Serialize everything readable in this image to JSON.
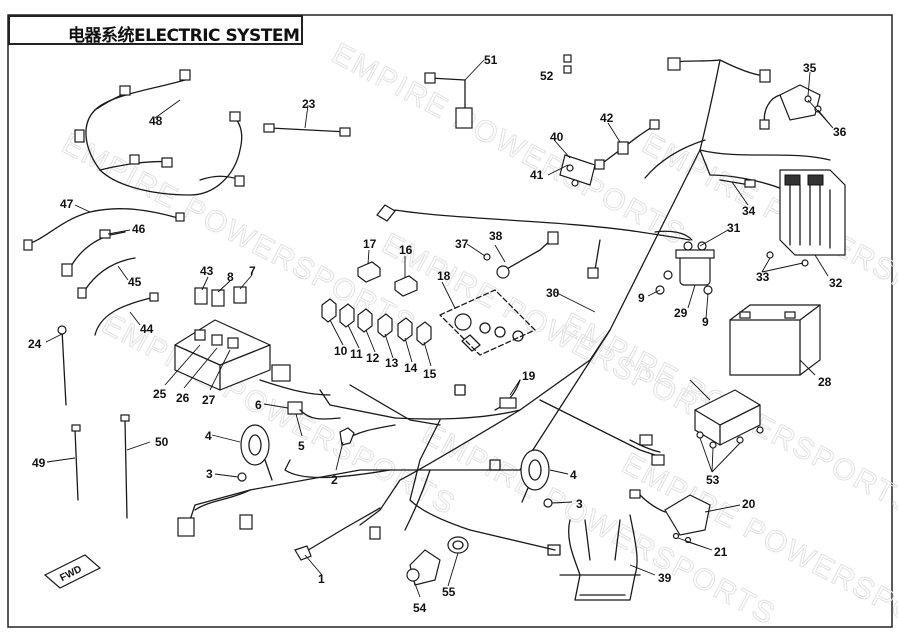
{
  "title": "电器系统ELECTRIC SYSTEM",
  "watermark": "EMPIRE POWERSPORTS",
  "callouts": [
    "1",
    "2",
    "3",
    "3",
    "4",
    "4",
    "5",
    "6",
    "7",
    "8",
    "9",
    "9",
    "10",
    "11",
    "12",
    "13",
    "14",
    "15",
    "16",
    "17",
    "18",
    "19",
    "20",
    "21",
    "21",
    "23",
    "24",
    "25",
    "26",
    "27",
    "28",
    "29",
    "30",
    "31",
    "32",
    "33",
    "34",
    "35",
    "36",
    "37",
    "38",
    "39",
    "41",
    "40",
    "42",
    "43",
    "44",
    "45",
    "46",
    "47",
    "48",
    "49",
    "50",
    "51",
    "52",
    "53",
    "54",
    "55"
  ],
  "fwd_badge": "FWD"
}
